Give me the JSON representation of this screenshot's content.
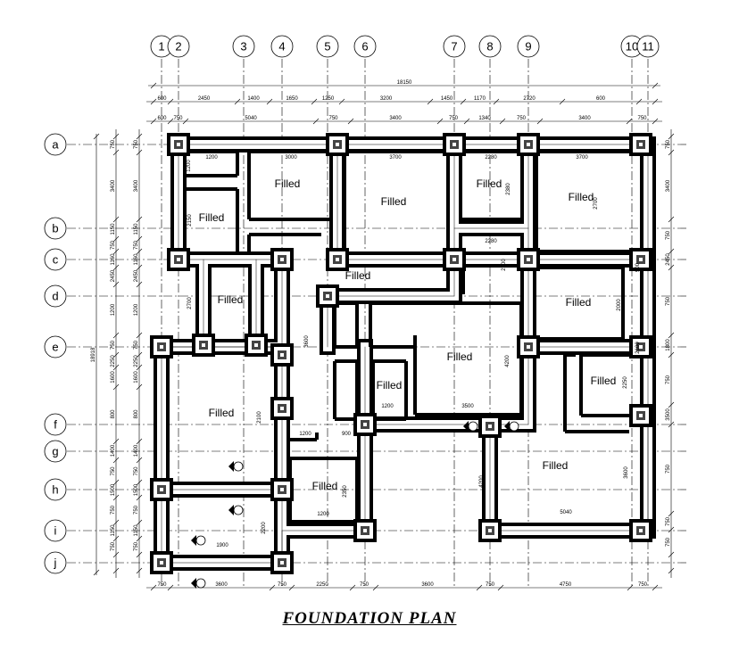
{
  "title": "FOUNDATION PLAN",
  "grid_columns": [
    "1",
    "2",
    "3",
    "4",
    "5",
    "6",
    "7",
    "8",
    "9",
    "10",
    "11"
  ],
  "grid_rows": [
    "a",
    "b",
    "c",
    "d",
    "e",
    "f",
    "g",
    "h",
    "i",
    "j"
  ],
  "overall_width": "18150",
  "overall_height": "18918",
  "top_dims_row1": [
    "600",
    "2450",
    "1400",
    "1650",
    "1250",
    "3200",
    "1450",
    "1170",
    "2720",
    "600"
  ],
  "top_dims_row2": [
    "600",
    "750",
    "5040",
    "750",
    "3400",
    "750",
    "1340",
    "750",
    "3400",
    "750"
  ],
  "bottom_dims": [
    "750",
    "3600",
    "750",
    "2250",
    "750",
    "3600",
    "750",
    "4750",
    "750"
  ],
  "left_dims": [
    "750",
    "3400",
    "1150",
    "750",
    "1160",
    "2450",
    "1200",
    "750",
    "2250",
    "1600",
    "800",
    "1400",
    "750",
    "1500",
    "750",
    "1150",
    "750"
  ],
  "right_dims": [
    "750",
    "3400",
    "750",
    "2450",
    "750",
    "1800",
    "750",
    "3500",
    "750",
    "750",
    "750"
  ],
  "room_labels": [
    "Filled",
    "Filled",
    "Filled",
    "Filled",
    "Filled",
    "Filled",
    "Filled",
    "Filled",
    "Filled",
    "Filled",
    "Filled",
    "Filled",
    "Filled",
    "Filled"
  ],
  "room_dims": [
    "1200",
    "3000",
    "3700",
    "2280",
    "3700",
    "2380",
    "2280",
    "2700",
    "2150",
    "1200",
    "2700",
    "2700",
    "1200",
    "900",
    "3600",
    "1200",
    "3500",
    "4200",
    "2250",
    "2100",
    "1200",
    "2350",
    "4200",
    "5040",
    "1900",
    "2200",
    "3600",
    "2000",
    "2100",
    "900"
  ]
}
